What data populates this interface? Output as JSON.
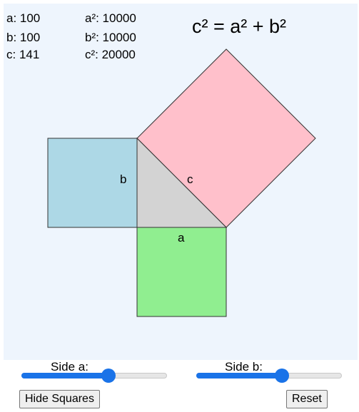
{
  "stats": {
    "a": "a: 100",
    "b": "b: 100",
    "c": "c: 141",
    "a_sq": "a²: 10000",
    "b_sq": "b²: 10000",
    "c_sq": "c²: 20000"
  },
  "formula": "c² = a² + b²",
  "figure": {
    "label_a": "a",
    "label_b": "b",
    "label_c": "c"
  },
  "colors": {
    "canvas_bg": "#eef5fd",
    "square_a": "#90ee90",
    "square_b": "#add8e6",
    "square_c": "#ffc0cb",
    "triangle": "#d3d3d3",
    "slider_accent": "#1a73e8"
  },
  "controls": {
    "side_a_label": "Side a:",
    "side_b_label": "Side b:",
    "side_a_level": 0.61,
    "side_b_level": 0.6,
    "hide_squares_label": "Hide Squares",
    "reset_label": "Reset"
  }
}
